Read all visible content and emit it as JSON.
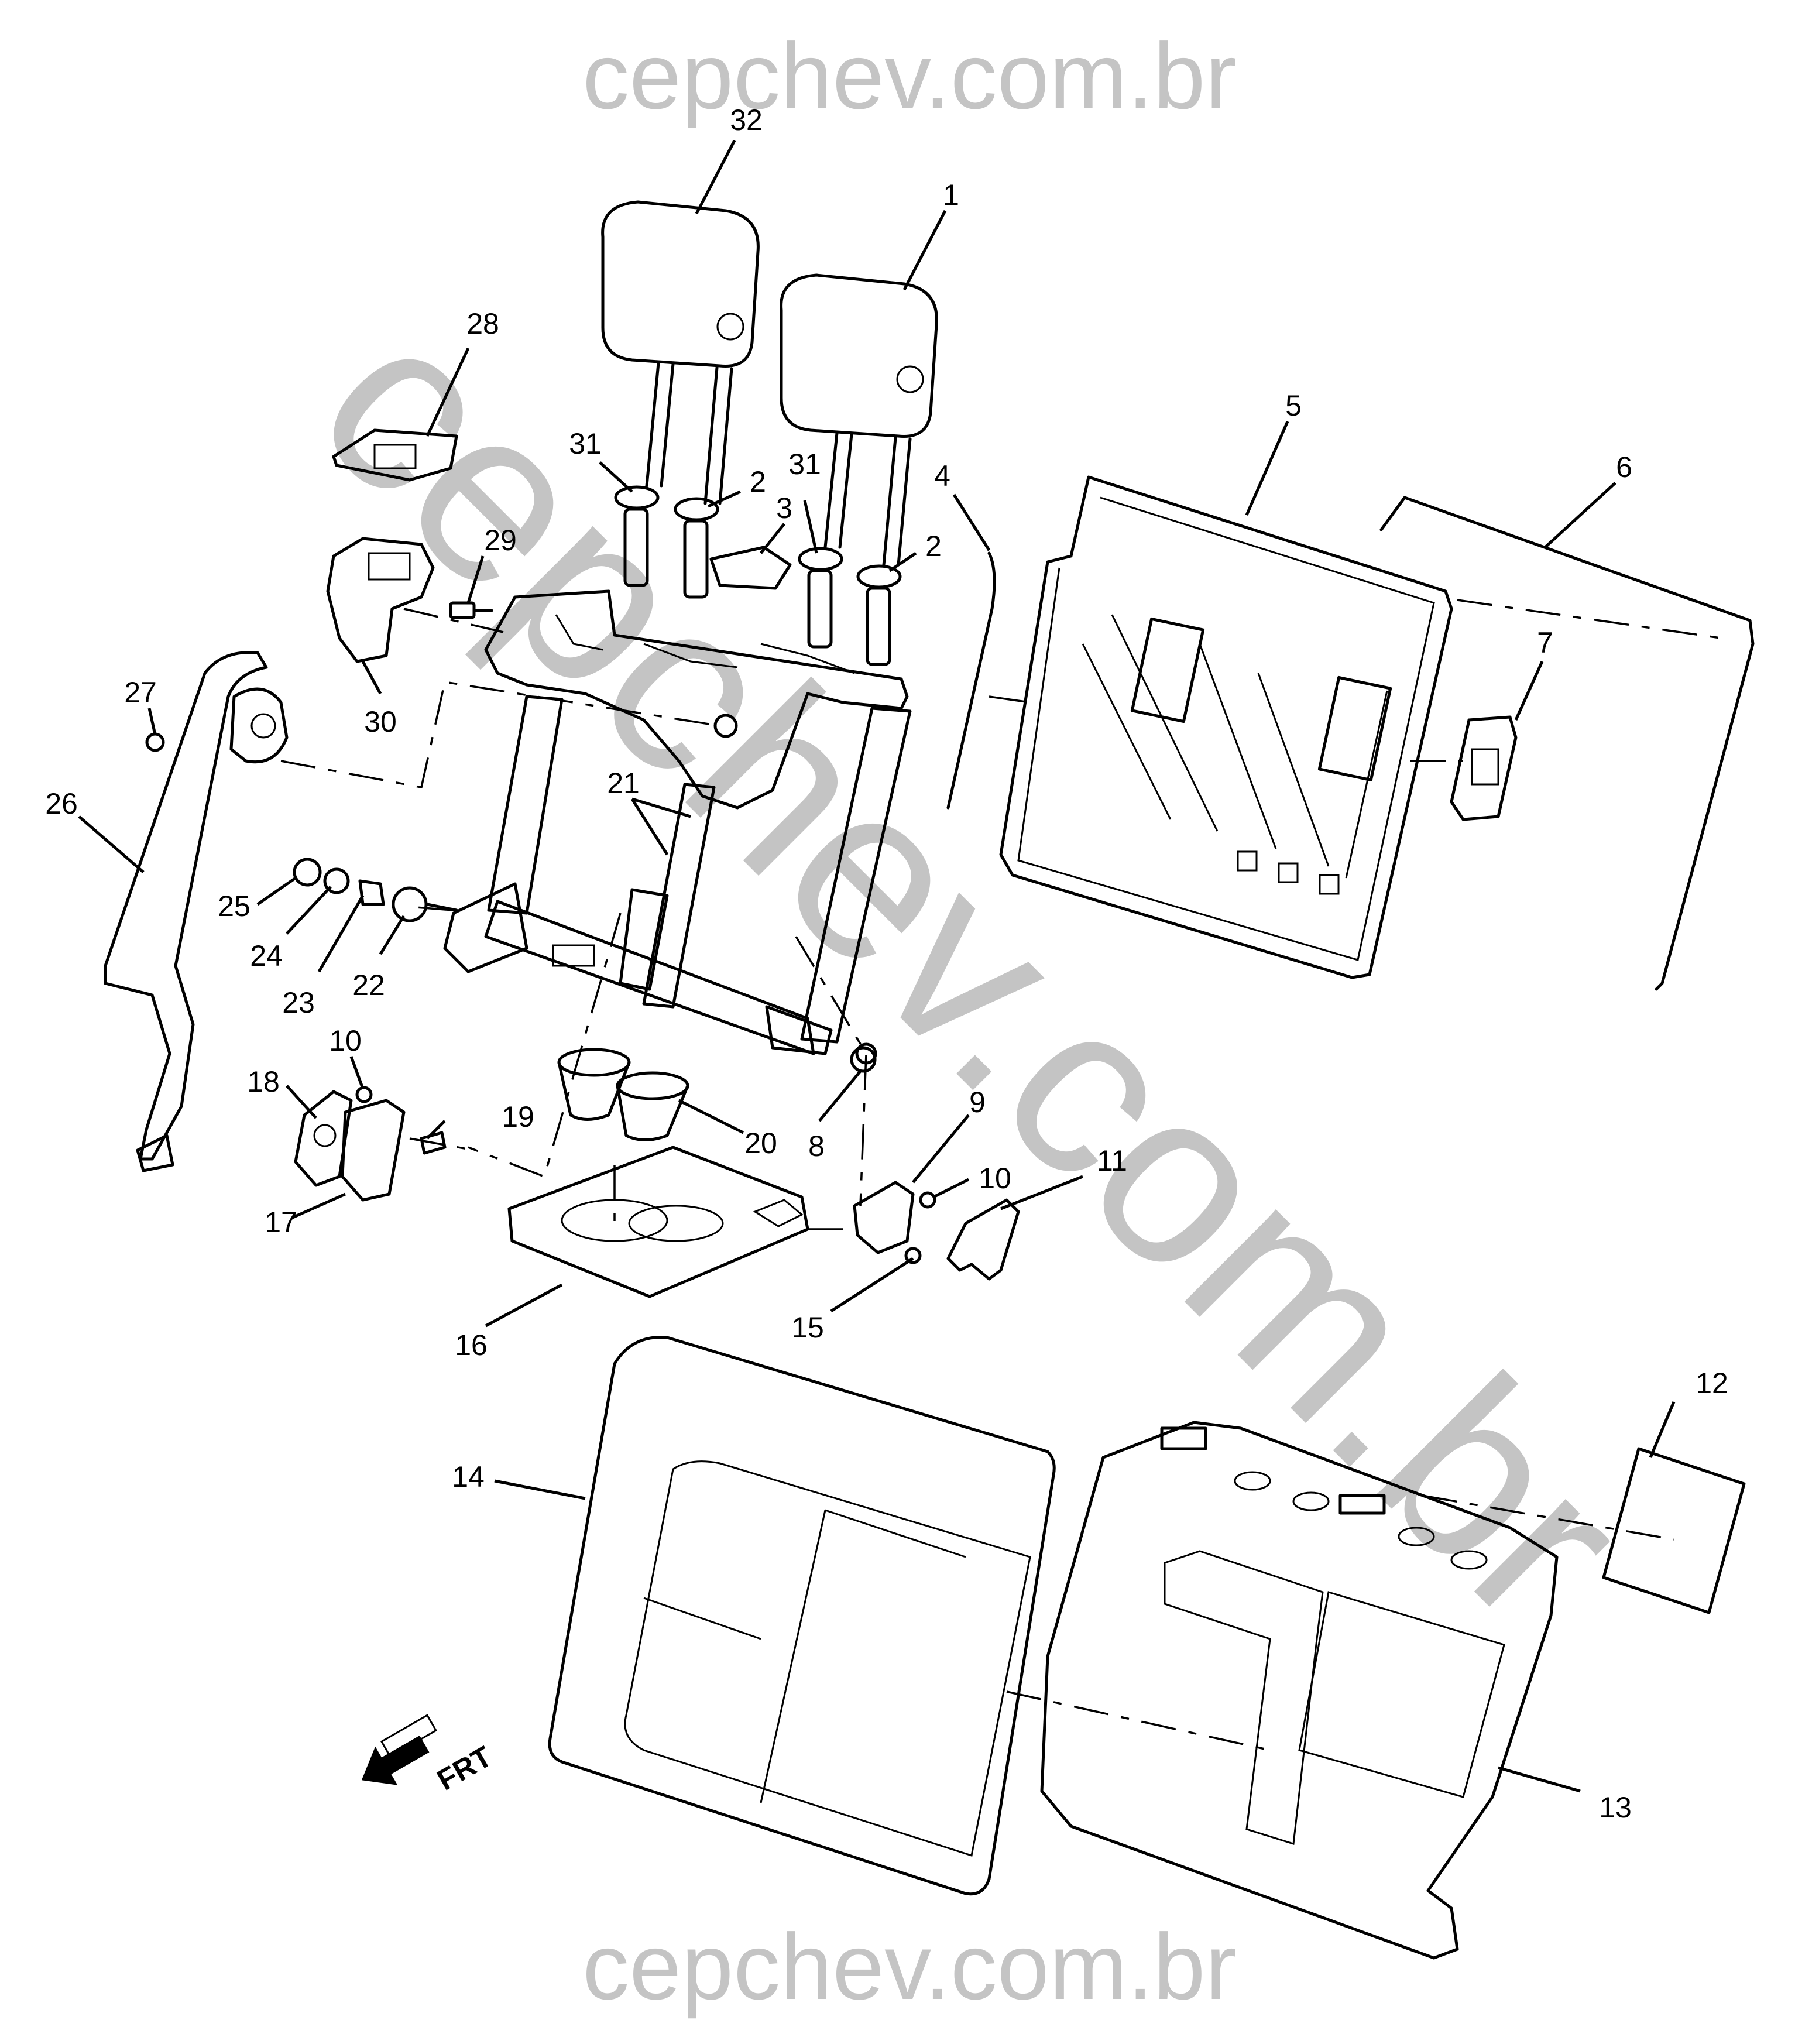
{
  "watermark": {
    "text": "cepchev.com.br",
    "color": "#c4c4c4"
  },
  "callouts": {
    "c1": "1",
    "c2a": "2",
    "c2b": "2",
    "c3": "3",
    "c4": "4",
    "c5": "5",
    "c6": "6",
    "c7": "7",
    "c8": "8",
    "c9": "9",
    "c10a": "10",
    "c10b": "10",
    "c11": "11",
    "c12": "12",
    "c13": "13",
    "c14": "14",
    "c15": "15",
    "c16": "16",
    "c17": "17",
    "c18": "18",
    "c19": "19",
    "c20": "20",
    "c21": "21",
    "c22": "22",
    "c23": "23",
    "c24": "24",
    "c25": "25",
    "c26": "26",
    "c27": "27",
    "c28": "28",
    "c29": "29",
    "c30": "30",
    "c31a": "31",
    "c31b": "31",
    "c32": "32"
  },
  "direction_indicator": {
    "label": "FRT",
    "icon": "front-arrow-icon"
  }
}
